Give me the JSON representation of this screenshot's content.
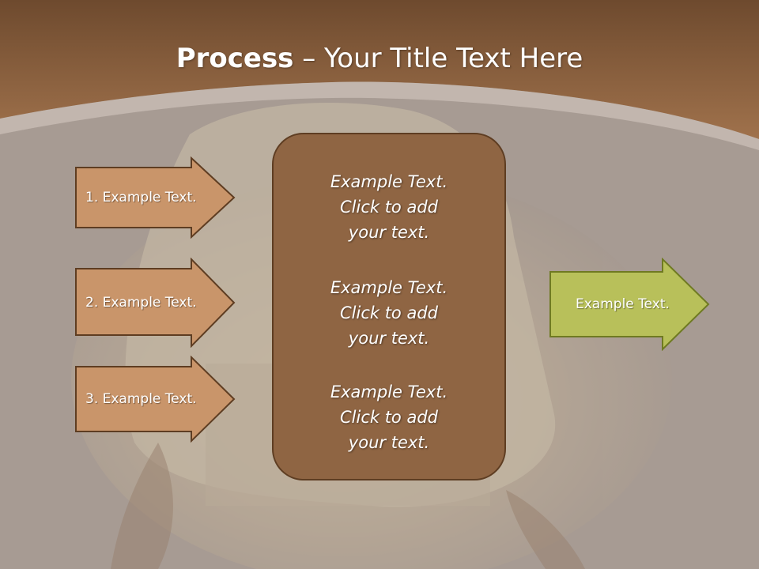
{
  "slide": {
    "title_bold": "Process",
    "title_rest": " – Your Title Text Here"
  },
  "inputs": [
    {
      "label": "1. Example Text."
    },
    {
      "label": "2. Example Text."
    },
    {
      "label": "3. Example Text."
    }
  ],
  "center_blocks": [
    {
      "line1": "Example Text.",
      "line2": "Click  to add",
      "line3": "your text."
    },
    {
      "line1": "Example Text.",
      "line2": "Click  to add",
      "line3": "your text."
    },
    {
      "line1": "Example Text.",
      "line2": "Click  to add",
      "line3": "your text."
    }
  ],
  "output": {
    "label": "Example Text."
  },
  "colors": {
    "header_brown": "#9a6c46",
    "arrow_fill": "#c9956a",
    "arrow_border": "#5e3d22",
    "center_fill": "#8f6543",
    "output_fill": "#b8c05a",
    "output_border": "#6f7a22"
  }
}
